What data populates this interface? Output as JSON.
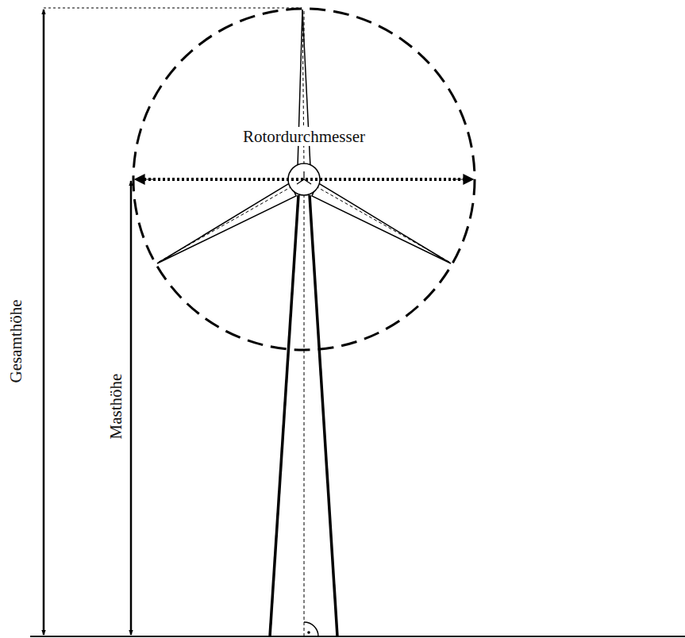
{
  "diagram": {
    "labels": [
      "Rotordurchmesser",
      "Masthöhe",
      "Gesamthöhe"
    ]
  }
}
